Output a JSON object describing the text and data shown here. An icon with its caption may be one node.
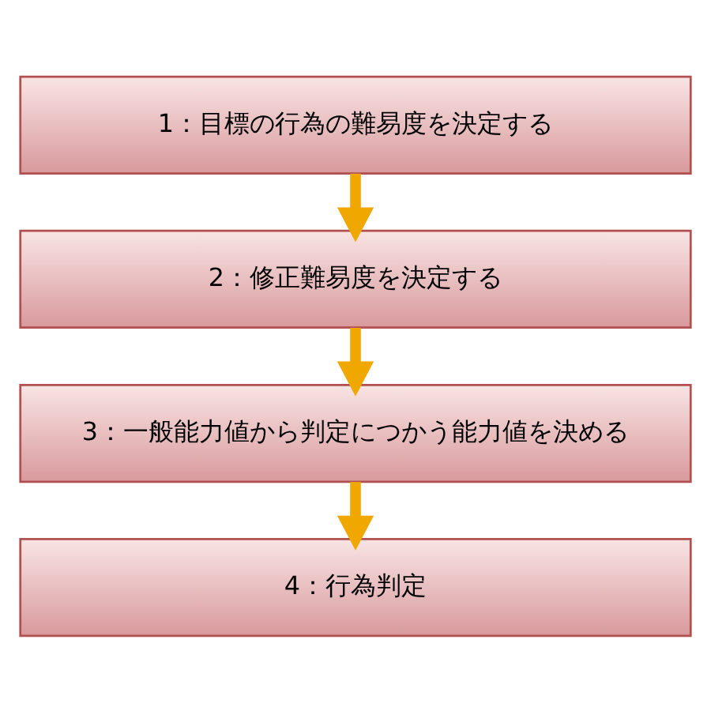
{
  "diagram": {
    "nodes": [
      {
        "text": [
          "1：目標の行為の難易度を決定する"
        ]
      },
      {
        "text": [
          "2：修正難易度を決定する"
        ]
      },
      {
        "text": [
          "3：一般能力値から判定につかう能力値を決める"
        ]
      },
      {
        "text": [
          "4：行為判定"
        ]
      }
    ],
    "edges": [
      {
        "from": 0,
        "to": 1,
        "arrow": "to"
      },
      {
        "from": 1,
        "to": 2,
        "arrow": "to"
      },
      {
        "from": 2,
        "to": 3,
        "arrow": "to"
      }
    ]
  }
}
